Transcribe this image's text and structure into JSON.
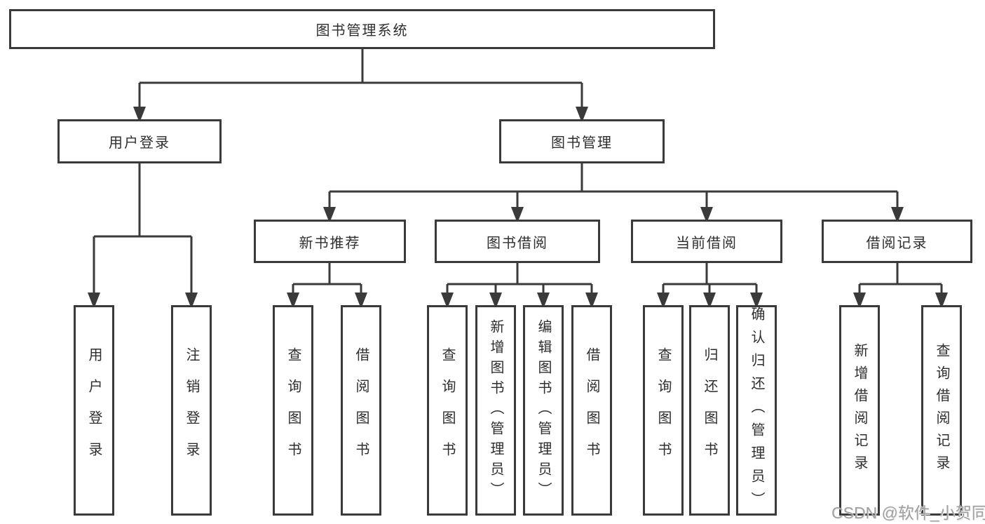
{
  "colors": {
    "line": "#3a3a3a",
    "border": "#3a3a3a",
    "text": "#2e2e2e",
    "background": "#ffffff",
    "watermark_text": "#a0a0a0"
  },
  "tree": {
    "root": "图书管理系统",
    "children": [
      {
        "label": "用户登录",
        "children": [
          "用户登录",
          "注销登录"
        ]
      },
      {
        "label": "图书管理",
        "children": [
          {
            "label": "新书推荐",
            "children": [
              "查询图书",
              "借阅图书"
            ]
          },
          {
            "label": "图书借阅",
            "children": [
              "查询图书",
              "新增图书（管理员）",
              "编辑图书（管理员）",
              "借阅图书"
            ]
          },
          {
            "label": "当前借阅",
            "children": [
              "查询图书",
              "归还图书",
              "确认归还（管理员）"
            ]
          },
          {
            "label": "借阅记录",
            "children": [
              "新增借阅记录",
              "查询借阅记录"
            ]
          }
        ]
      }
    ]
  },
  "watermark": {
    "text": "CSDN @软件_小贺同学"
  }
}
